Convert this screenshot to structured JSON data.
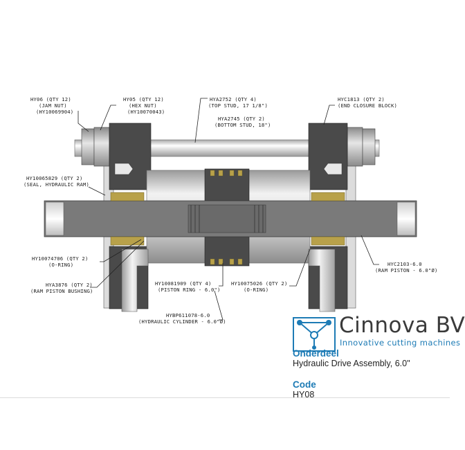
{
  "callouts": {
    "hy06": [
      "HY06 (QTY 12)",
      "(JAM NUT)",
      "(HY10069904)"
    ],
    "hy05": [
      "HY05 (QTY 12)",
      "(HEX NUT)",
      "(HY10070043)"
    ],
    "hya2752": [
      "HYA2752 (QTY 4)",
      "(TOP STUD, 17 1/8\")"
    ],
    "hya2745": [
      "HYA2745 (QTY 2)",
      "(BOTTOM STUD, 18\")"
    ],
    "hyc1813": [
      "HYC1813 (QTY 2)",
      "(END CLOSURE BLOCK)"
    ],
    "hy10065829": [
      "HY10065829 (QTY 2)",
      "(SEAL, HYDRAULIC RAM)"
    ],
    "hy10074706": [
      "HY10074706 (QTY 2)",
      "(O-RING)"
    ],
    "hya3876": [
      "HYA3876 (QTY 2)",
      "(RAM PISTON BUSHING)"
    ],
    "hy10081909": [
      "HY10081909 (QTY 4)",
      "(PISTON RING - 6.0\")"
    ],
    "hy10075026": [
      "HY10075026 (QTY 2)",
      "(O-RING)"
    ],
    "hybp": [
      "HYBP611078-6.0",
      "(HYDRAULIC CYLINDER - 6.0\"Ø)"
    ],
    "hyc2103": [
      "HYC2103-6.0",
      "(RAM PISTON - 6.0\"Ø)"
    ]
  },
  "brand": {
    "name": "Cinnova BV",
    "tagline": "Innovative cutting machines"
  },
  "info": {
    "part_label": "Onderdeel",
    "part_value": "Hydraulic Drive Assembly, 6.0\"",
    "code_label": "Code",
    "code_value": "HY08"
  },
  "colors": {
    "accent": "#1d7bb5",
    "dark_part": "#4a4a4a",
    "rod": "#7a7a7a",
    "seal": "#b8a14a"
  }
}
